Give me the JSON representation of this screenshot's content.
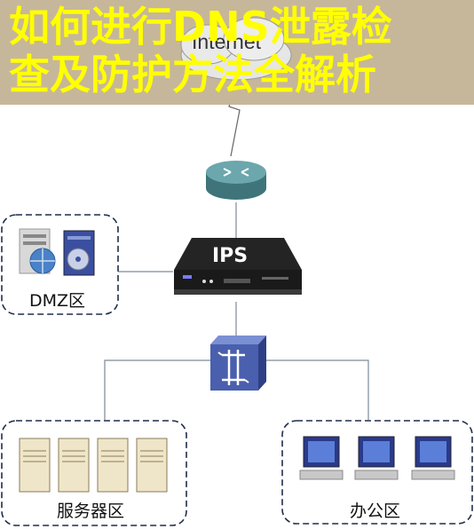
{
  "title": {
    "line1": "如何进行DNS泄露检",
    "line2": "查及防护方法全解析"
  },
  "nodes": {
    "internet": "Internet",
    "ips": "IPS",
    "dmz": "DMZ区",
    "servers": "服务器区",
    "office": "办公区"
  },
  "colors": {
    "banner": "#c6b79a",
    "title": "#ffff00",
    "router": "#4f8a8f",
    "switch": "#4a5fae",
    "zone_border": "#1f2d4a"
  }
}
